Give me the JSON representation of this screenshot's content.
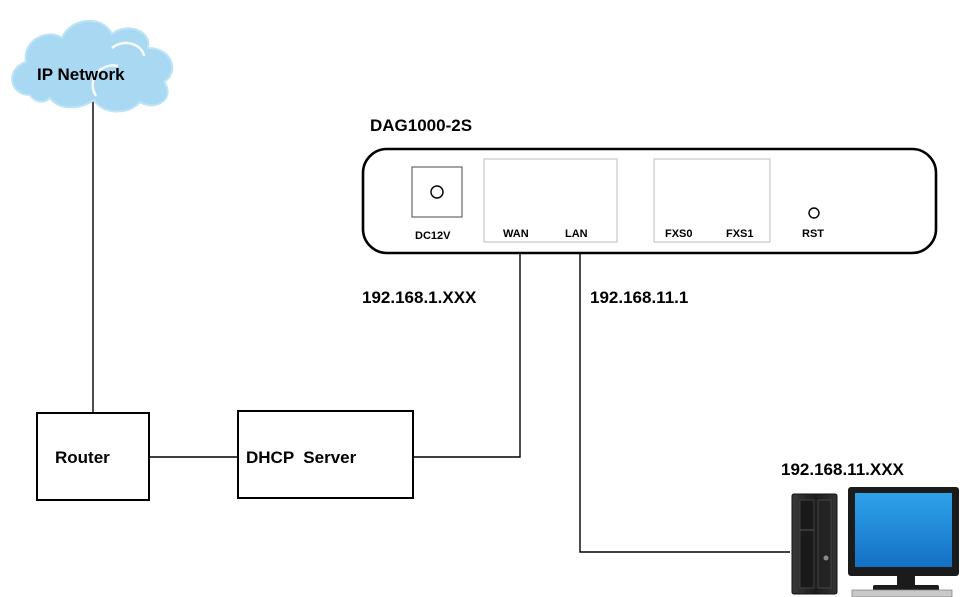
{
  "cloud": {
    "label": "IP Network"
  },
  "device": {
    "title": "DAG1000-2S",
    "ports": {
      "power": "DC12V",
      "wan": "WAN",
      "lan": "LAN",
      "fxs0": "FXS0",
      "fxs1": "FXS1",
      "reset": "RST"
    }
  },
  "addresses": {
    "wan": "192.168.1.XXX",
    "lan": "192.168.11.1",
    "pc": "192.168.11.XXX"
  },
  "nodes": {
    "router": "Router",
    "dhcp": "DHCP  Server"
  },
  "colors": {
    "cloud_fill": "#a9d8f2",
    "monitor_screen": "#1e8bd8",
    "tower_body": "#2b2b2b"
  }
}
